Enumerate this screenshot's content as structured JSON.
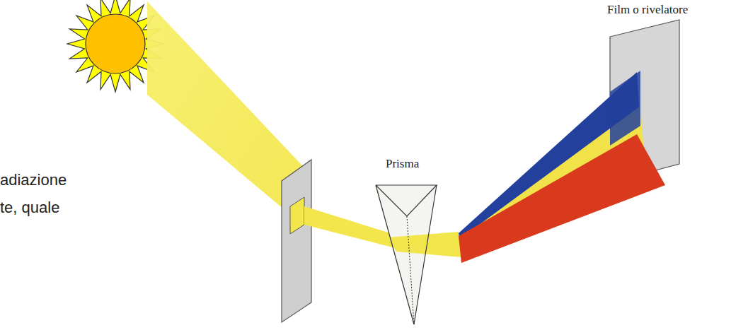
{
  "diagram": {
    "labels": [
      "adiazione",
      "te, quale",
      "Prisma",
      "Film o rivelatore"
    ]
  }
}
